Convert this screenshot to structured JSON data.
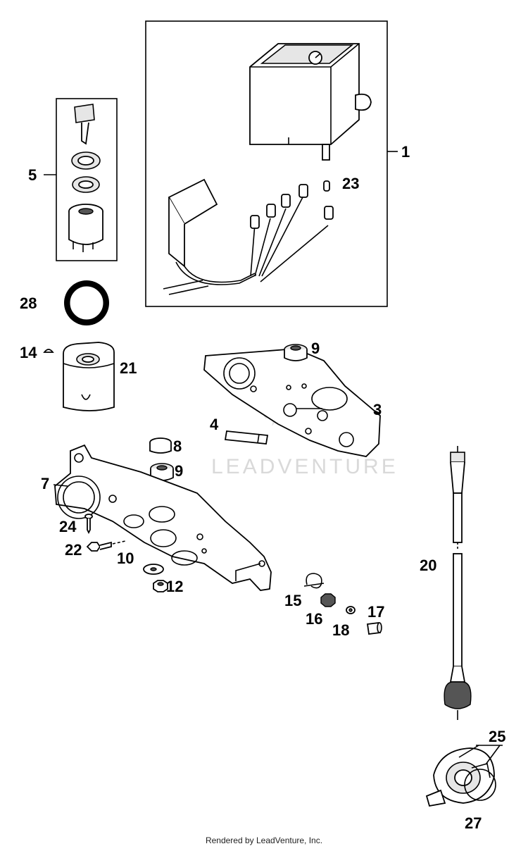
{
  "diagram": {
    "callouts": {
      "p1": "1",
      "p3": "3",
      "p4": "4",
      "p5": "5",
      "p7": "7",
      "p8": "8",
      "p9a": "9",
      "p9b": "9",
      "p10": "10",
      "p12": "12",
      "p14": "14",
      "p15": "15",
      "p16": "16",
      "p17": "17",
      "p18": "18",
      "p20": "20",
      "p21": "21",
      "p22": "22",
      "p23": "23",
      "p24": "24",
      "p25": "25",
      "p27": "27",
      "p28": "28"
    },
    "watermark": "LEADVENTURE"
  },
  "footer": {
    "text": "Rendered by LeadVenture, Inc."
  }
}
